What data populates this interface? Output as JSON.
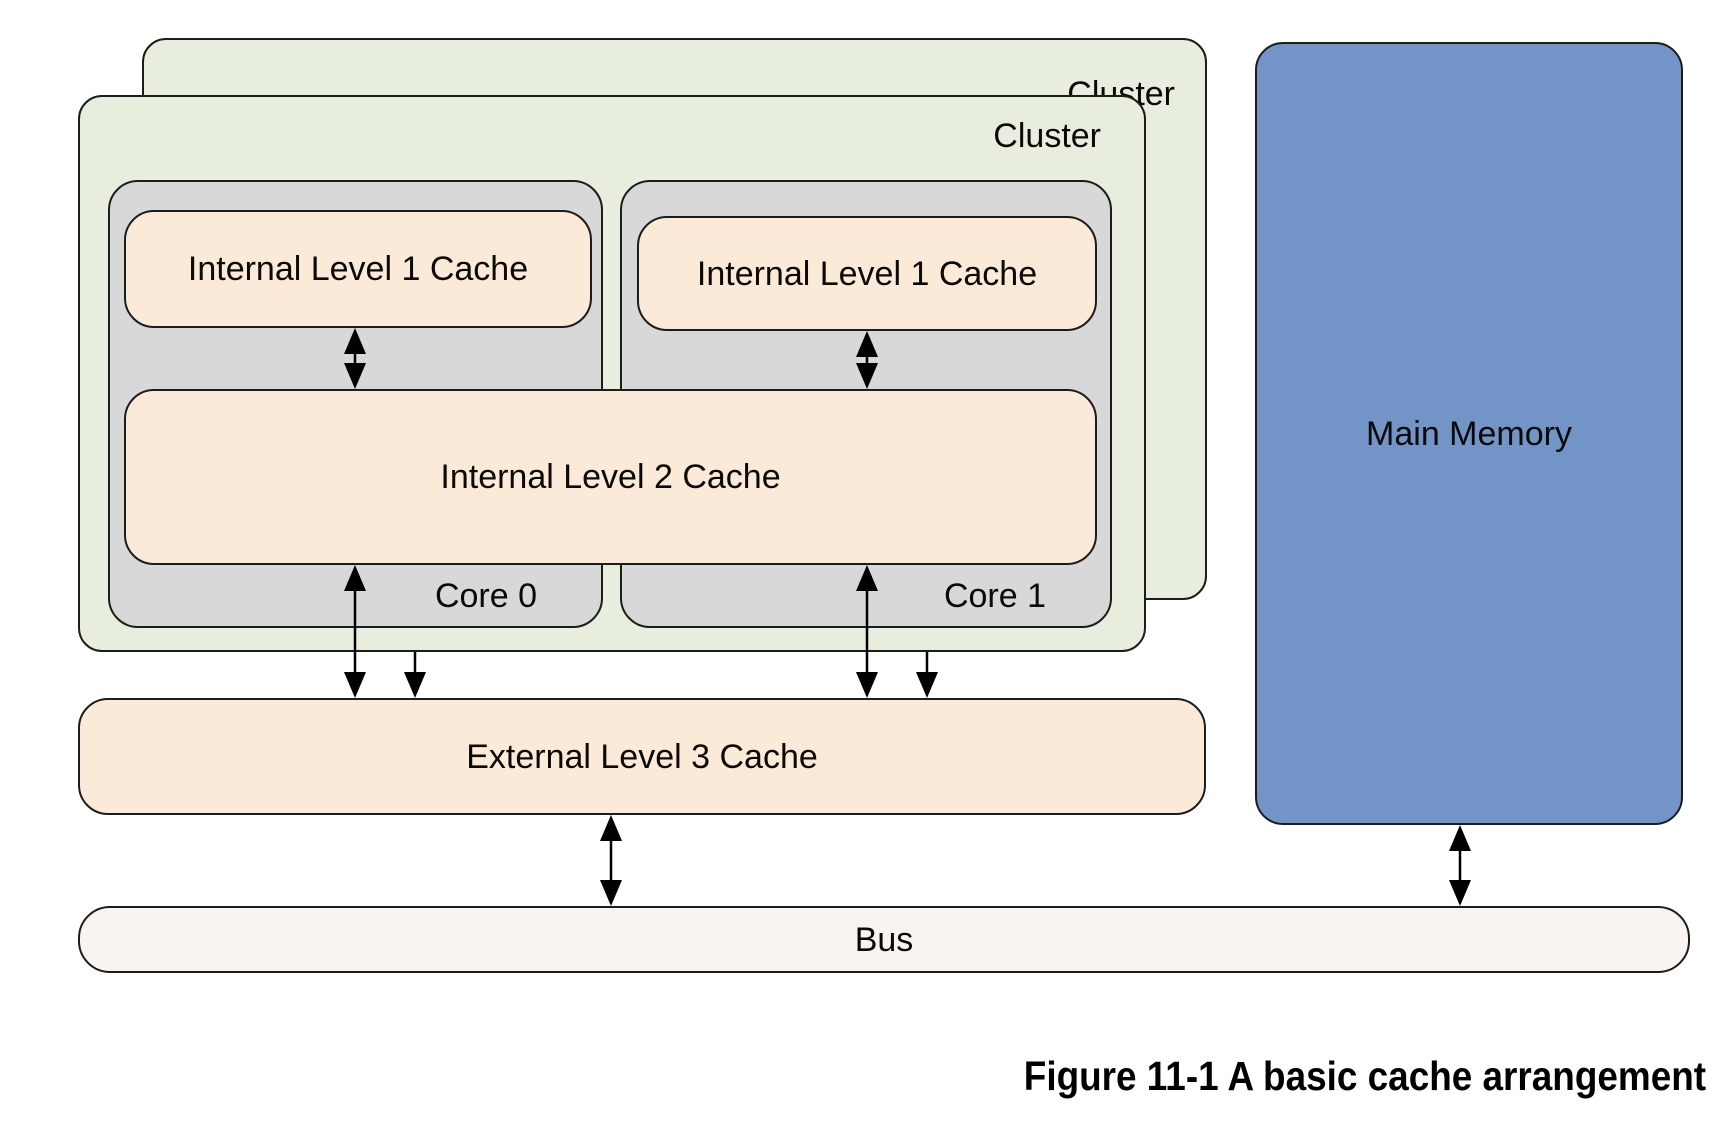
{
  "figure": {
    "caption": "Figure 11-1 A basic cache arrangement"
  },
  "clusters": {
    "back": {
      "label": "Cluster"
    },
    "front": {
      "label": "Cluster"
    }
  },
  "cores": [
    {
      "label": "Core 0",
      "l1_label": "Internal Level 1 Cache"
    },
    {
      "label": "Core 1",
      "l1_label": "Internal Level 1 Cache"
    }
  ],
  "l2": {
    "label": "Internal Level 2 Cache"
  },
  "l3": {
    "label": "External Level 3 Cache"
  },
  "bus": {
    "label": "Bus"
  },
  "main_memory": {
    "label": "Main Memory"
  },
  "connections": [
    "L1 Cache (Core 0) <-> L2 Cache",
    "L1 Cache (Core 1) <-> L2 Cache",
    "L2 Cache (Core 0 side) <-> External Level 3 Cache",
    "L2 Cache (Core 1 side) <-> External Level 3 Cache",
    "Hidden cluster -> External Level 3 Cache (Core 0 side)",
    "Hidden cluster -> External Level 3 Cache (Core 1 side)",
    "External Level 3 Cache <-> Bus",
    "Main Memory <-> Bus"
  ],
  "colors": {
    "cluster_fill": "#e8eedd",
    "core_fill": "#d8d8d8",
    "cache_fill": "#fcead8",
    "bus_fill": "#faf4f1",
    "main_memory_fill": "#7294c6",
    "border": "#1c1c1c",
    "arrow": "#000000",
    "text": "#0a0a0a"
  }
}
